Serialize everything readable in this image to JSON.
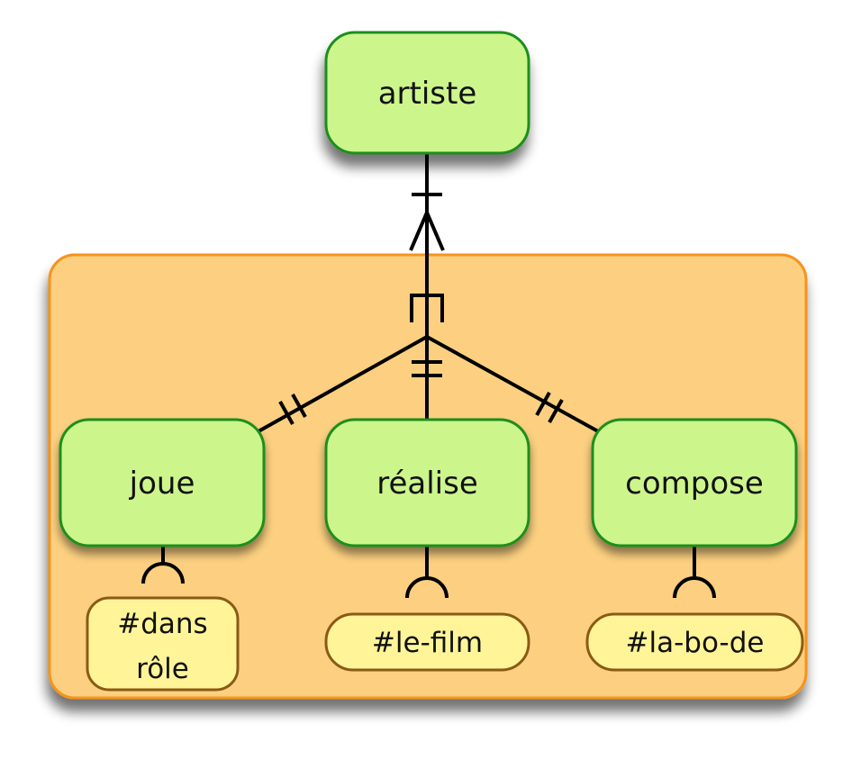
{
  "colors": {
    "group_fill": "#fcd080",
    "group_stroke": "#f6931e",
    "entity_fill": "#ccf58c",
    "entity_stroke": "#1f8f1a",
    "attribute_fill": "#fff598",
    "attribute_stroke": "#8a5a16",
    "line": "#000000"
  },
  "entities": {
    "artiste": "artiste",
    "joue": "joue",
    "realise": "réalise",
    "compose": "compose"
  },
  "attributes": {
    "joue_attr_line1": "#dans",
    "joue_attr_line2": "rôle",
    "realise_attr": "#le-film",
    "compose_attr": "#la-bo-de"
  }
}
